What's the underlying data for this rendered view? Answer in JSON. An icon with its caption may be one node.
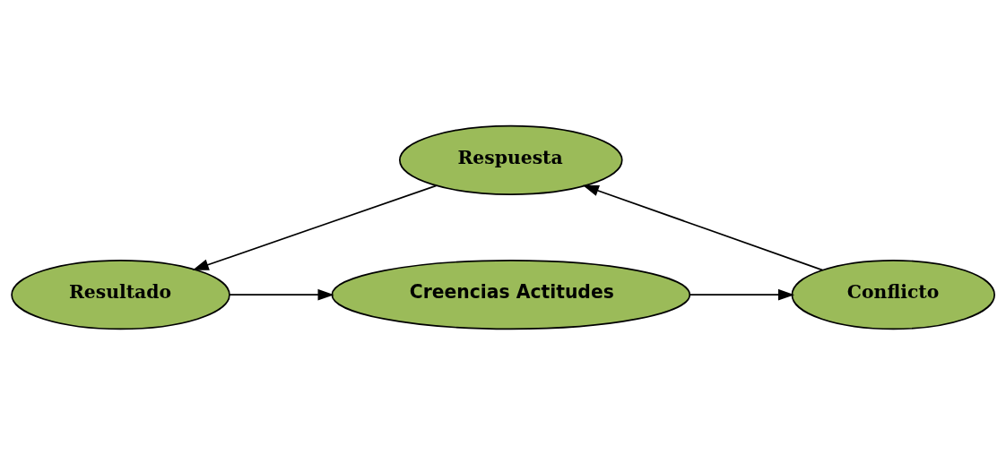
{
  "diagram": {
    "nodes": [
      {
        "text": [
          "Creencias Actitudes"
        ]
      },
      {
        "text": [
          "Conflicto"
        ]
      },
      {
        "text": [
          "Respuesta"
        ]
      },
      {
        "text": [
          "Resultado"
        ]
      }
    ],
    "edges": [
      {
        "from": 0,
        "to": 1,
        "arrow": "to"
      },
      {
        "from": 1,
        "to": 2,
        "arrow": "to"
      },
      {
        "from": 2,
        "to": 3,
        "arrow": "to"
      },
      {
        "from": 3,
        "to": 0,
        "arrow": "to"
      }
    ]
  }
}
